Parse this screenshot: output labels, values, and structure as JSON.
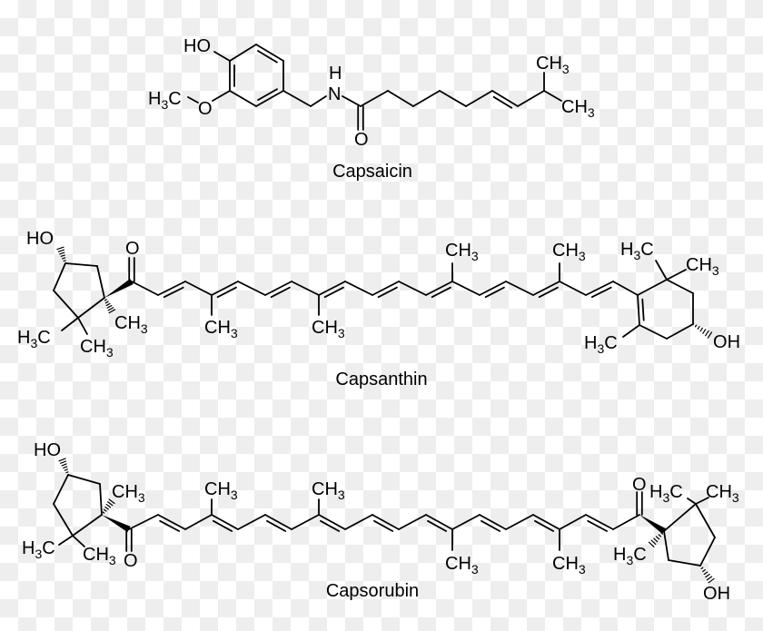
{
  "molecules": [
    {
      "name": "Capsaicin",
      "atoms": [
        "HO",
        "H3C",
        "O",
        "N",
        "H",
        "O",
        "CH3",
        "CH3"
      ]
    },
    {
      "name": "Capsanthin",
      "atoms": [
        "HO",
        "O",
        "CH3",
        "H3C",
        "CH3",
        "CH3",
        "CH3",
        "CH3",
        "CH3",
        "H3C",
        "CH3",
        "H3C",
        "OH"
      ]
    },
    {
      "name": "Capsorubin",
      "atoms": [
        "HO",
        "CH3",
        "H3C",
        "CH3",
        "O",
        "CH3",
        "CH3",
        "CH3",
        "CH3",
        "O",
        "H3C",
        "CH3",
        "H3C",
        "OH"
      ]
    }
  ],
  "colors": {
    "ink": "#000000",
    "checker_light": "#ffffff",
    "checker_dark": "#eeeeee"
  }
}
